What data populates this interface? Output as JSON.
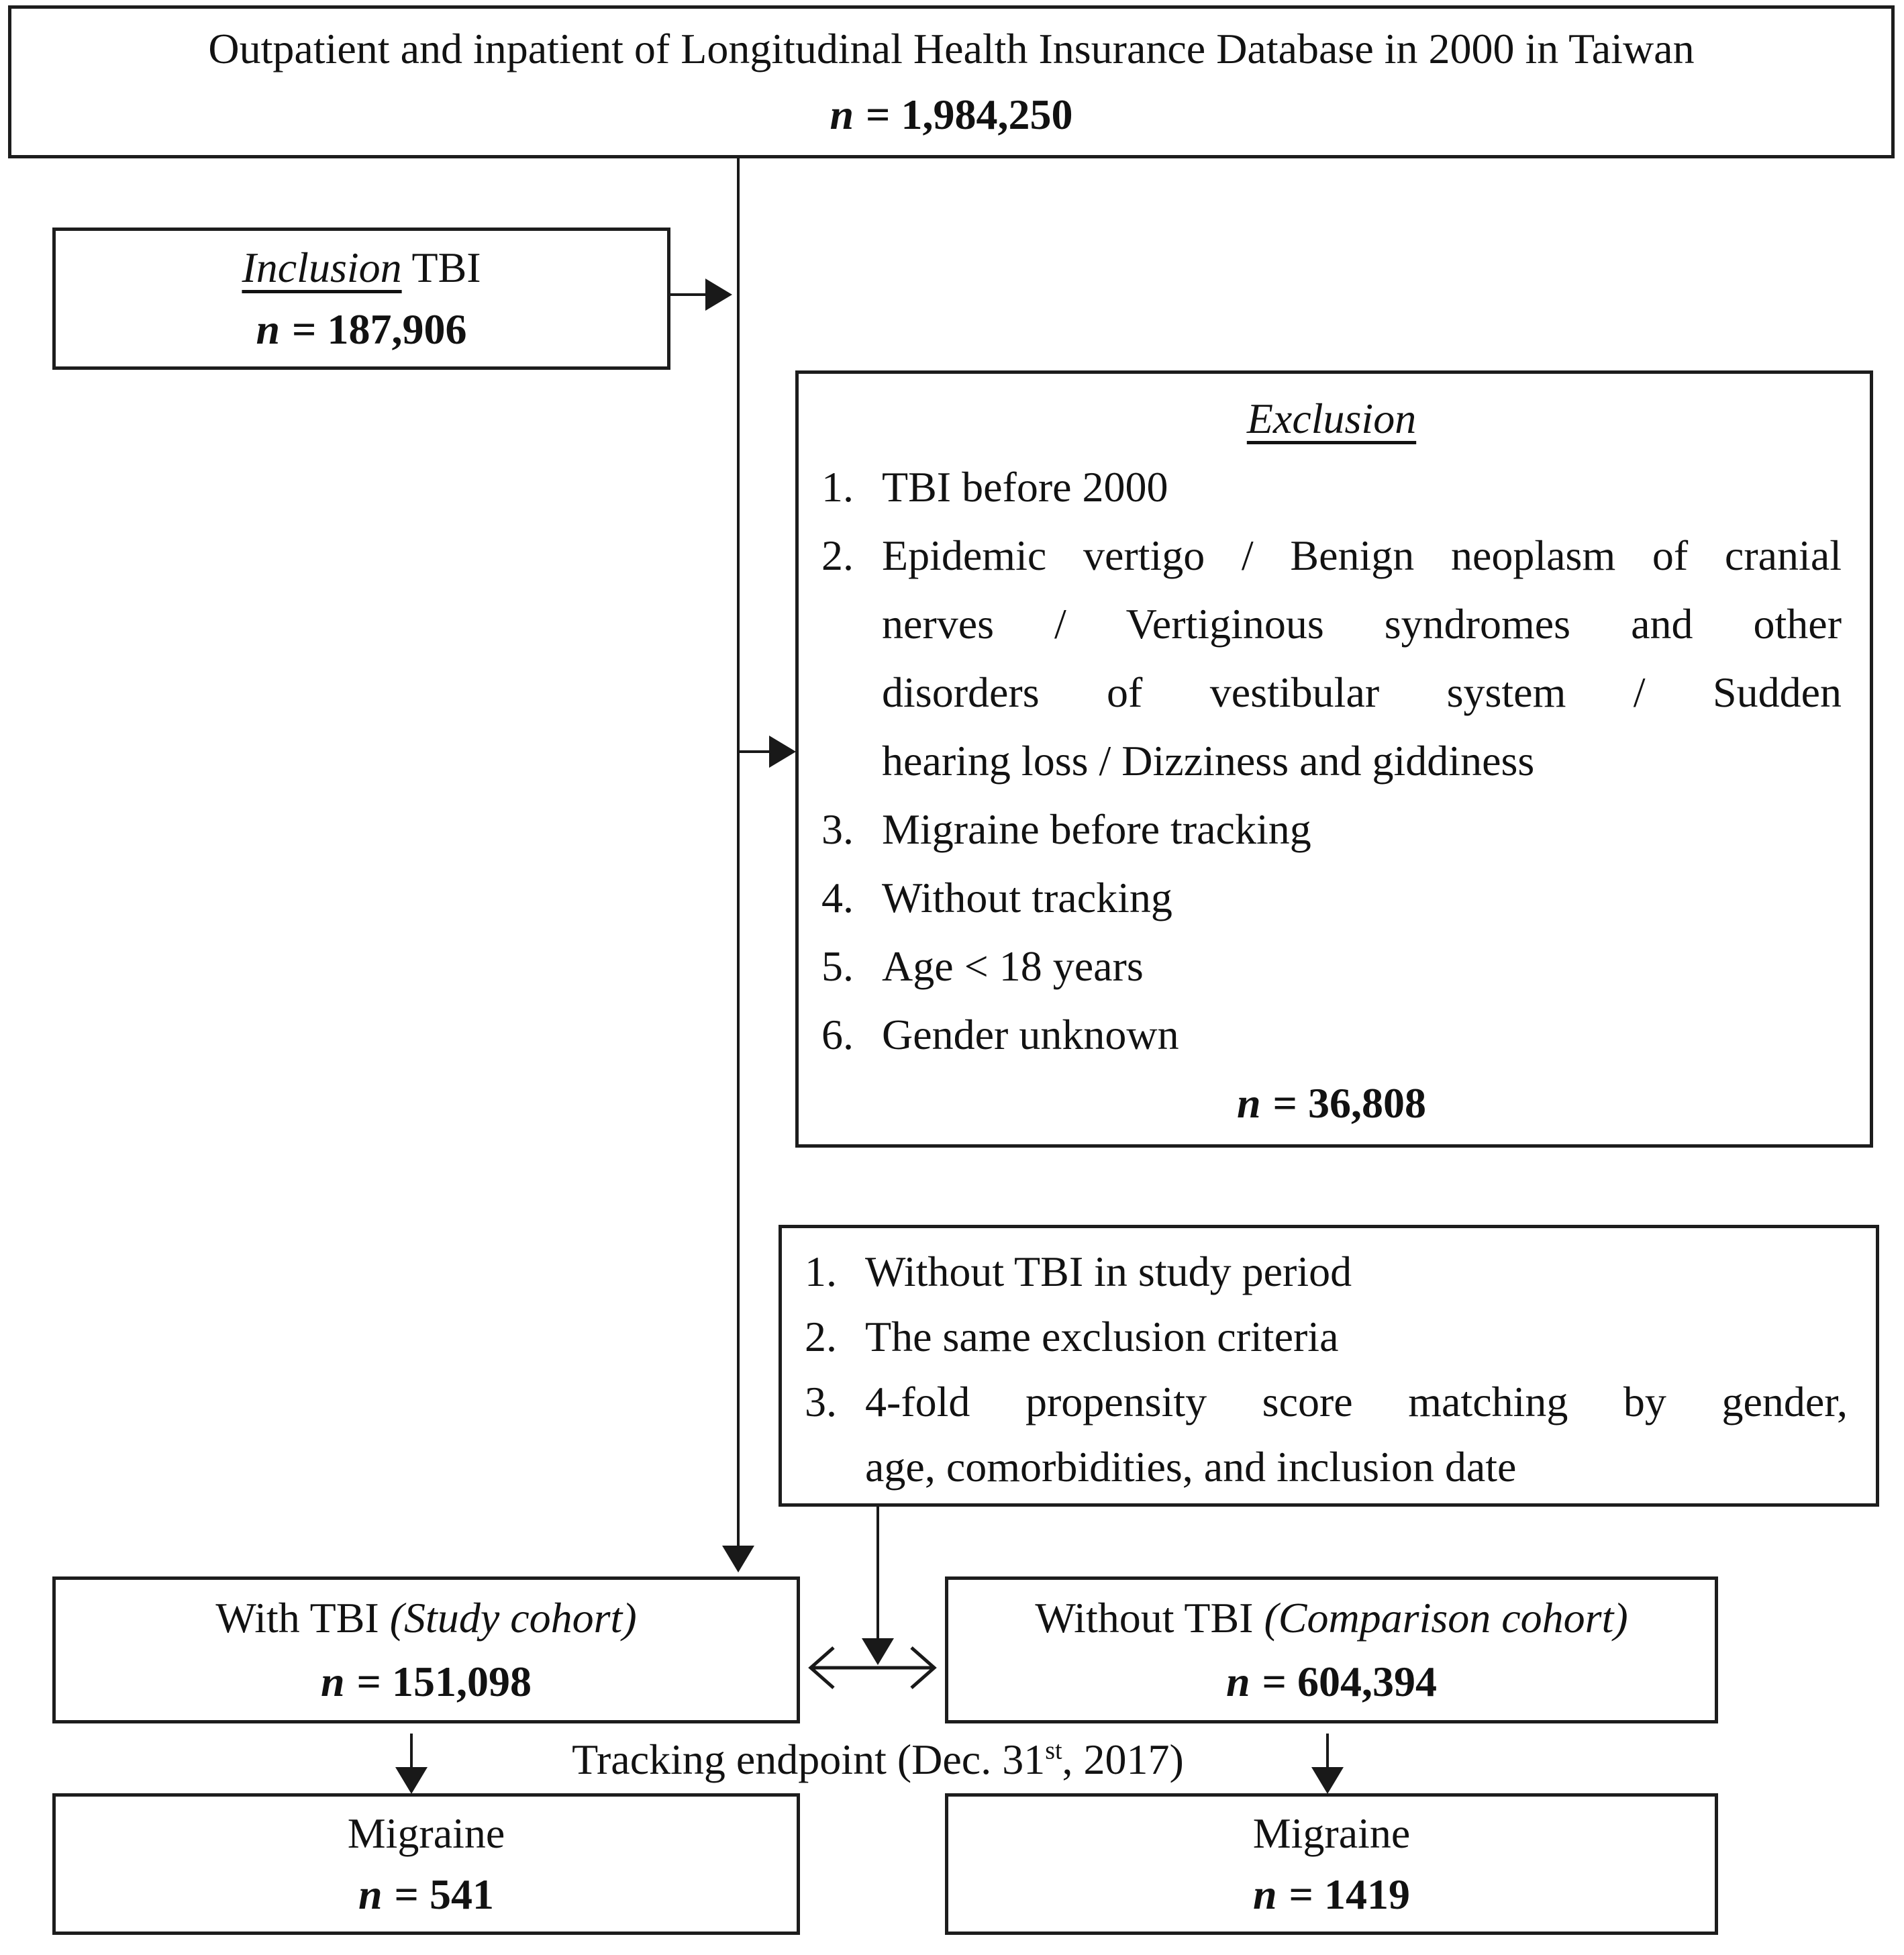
{
  "colors": {
    "ink": "#1d1d1d",
    "background": "#ffffff"
  },
  "top_box": {
    "title": "Outpatient and inpatient of Longitudinal Health Insurance Database in 2000 in Taiwan",
    "n_var": "n",
    "n_value": "= 1,984,250"
  },
  "inclusion_box": {
    "label_underlined": "Inclusion",
    "label_rest": "TBI",
    "n_var": "n",
    "n_value": "= 187,906"
  },
  "exclusion_box": {
    "title": "Exclusion",
    "items": [
      {
        "num": "1.",
        "text": "TBI before 2000"
      },
      {
        "num": "2.",
        "lines": [
          "Epidemic vertigo / Benign neoplasm of cranial",
          "nerves / Vertiginous syndromes and other",
          "disorders of vestibular system / Sudden",
          "hearing loss / Dizziness and giddiness"
        ]
      },
      {
        "num": "3.",
        "text": "Migraine before tracking"
      },
      {
        "num": "4.",
        "text": "Without tracking"
      },
      {
        "num": "5.",
        "text": "Age < 18 years"
      },
      {
        "num": "6.",
        "text": "Gender unknown"
      }
    ],
    "n_var": "n",
    "n_value": "= 36,808"
  },
  "matching_box": {
    "items": [
      {
        "num": "1.",
        "text": "Without TBI in study period"
      },
      {
        "num": "2.",
        "text": "The same exclusion criteria"
      },
      {
        "num": "3.",
        "lines": [
          "4-fold propensity score matching by gender,",
          "age, comorbidities, and inclusion date"
        ]
      }
    ]
  },
  "study_cohort_box": {
    "label": "With TBI",
    "label_italic": "(Study cohort)",
    "n_var": "n",
    "n_value": "= 151,098"
  },
  "comparison_cohort_box": {
    "label": "Without TBI",
    "label_italic": "(Comparison cohort)",
    "n_var": "n",
    "n_value": "= 604,394"
  },
  "tracking_label": {
    "pre": "Tracking endpoint (Dec. 31",
    "sup": "st",
    "post": ", 2017)"
  },
  "study_outcome_box": {
    "label": "Migraine",
    "n_var": "n",
    "n_value": "= 541"
  },
  "comparison_outcome_box": {
    "label": "Migraine",
    "n_var": "n",
    "n_value": "= 1419"
  }
}
